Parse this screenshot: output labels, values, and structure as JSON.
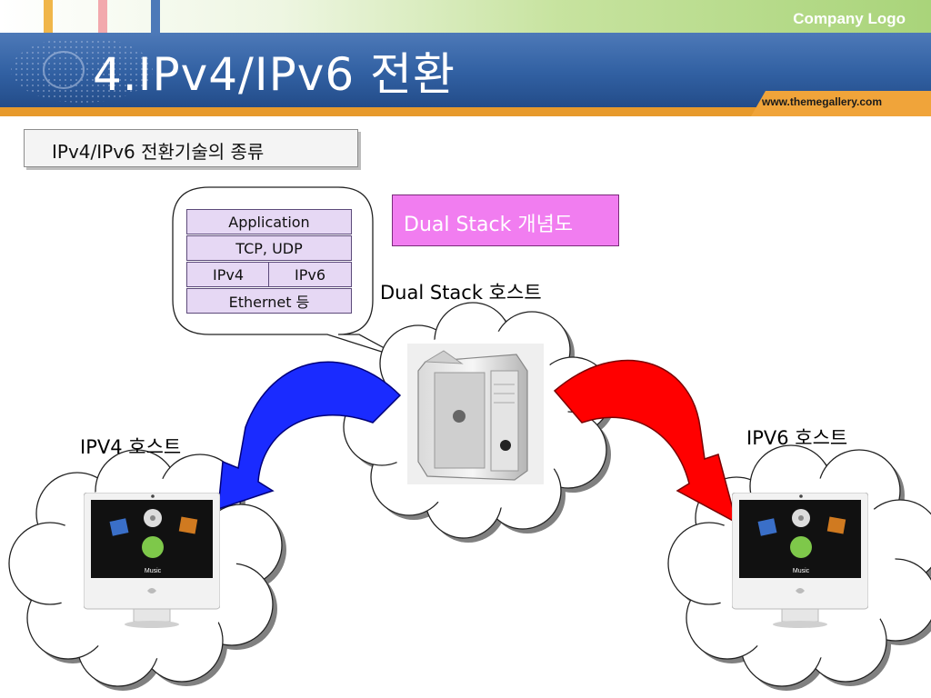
{
  "header": {
    "title": "4.IPv4/IPv6 전환",
    "logo_text": "Company Logo",
    "url": "www.themegallery.com"
  },
  "subtitle": "IPv4/IPv6 전환기술의 종류",
  "stack": {
    "application": "Application",
    "transport": "TCP, UDP",
    "ipv4": "IPv4",
    "ipv6": "IPv6",
    "link": "Ethernet 등"
  },
  "concept_label": "Dual Stack 개념도",
  "hosts": {
    "dual": "Dual Stack 호스트",
    "ipv4": "IPV4 호스트",
    "ipv6": "IPV6 호스트"
  },
  "screen_label": "Music",
  "colors": {
    "banner": "#3160a2",
    "accent_orange": "#e79a2c",
    "concept_box": "#f17df0",
    "arrow_ipv4": "#1a2bff",
    "arrow_ipv6": "#ff0000",
    "stack_fill": "#e6d8f4"
  }
}
